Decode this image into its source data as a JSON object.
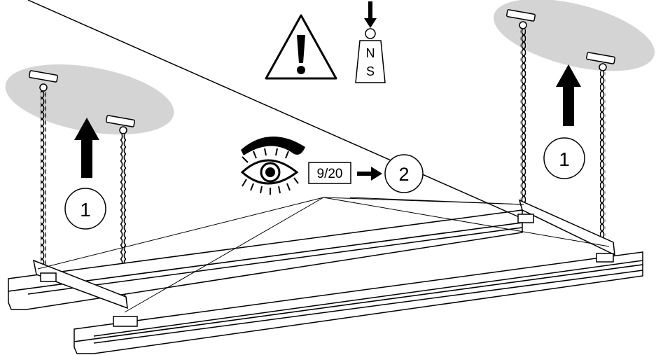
{
  "step_markers": {
    "left": "1",
    "right": "1",
    "next": "2"
  },
  "reference": {
    "page_ref": "9/20"
  },
  "magnet": {
    "north": "N",
    "south": "S"
  },
  "icons": [
    "warning-triangle-icon",
    "magnet-weight-icon",
    "eye-icon",
    "arrow-up-icon",
    "arrow-right-icon",
    "ceiling-anchor-icon",
    "chain-icon"
  ]
}
